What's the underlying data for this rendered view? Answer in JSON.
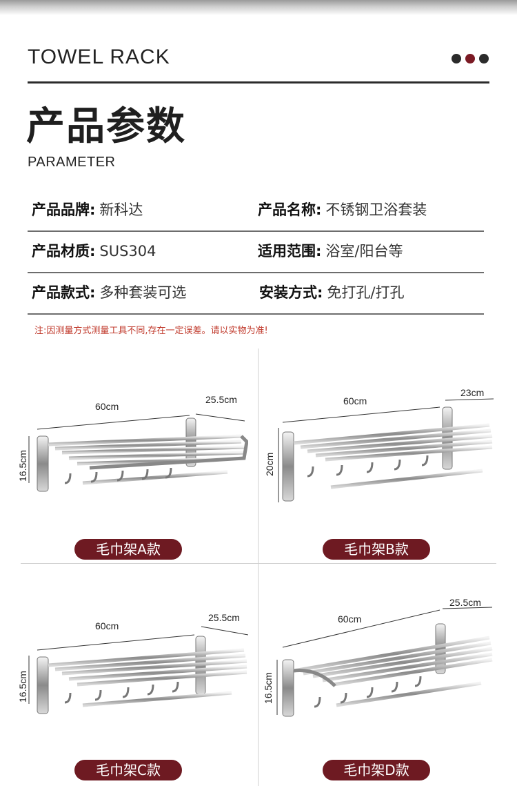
{
  "header": {
    "title": "TOWEL RACK",
    "dot_colors": [
      "#2b2b2b",
      "#7b1a24",
      "#2b2b2b"
    ]
  },
  "section": {
    "title": "产品参数",
    "subtitle": "PARAMETER"
  },
  "params": [
    {
      "left": {
        "label": "产品品牌:",
        "value": "新科达"
      },
      "right": {
        "label": "产品名称:",
        "value": "不锈钢卫浴套装"
      }
    },
    {
      "left": {
        "label": "产品材质:",
        "value": "SUS304"
      },
      "right": {
        "label": "适用范围:",
        "value": "浴室/阳台等"
      }
    },
    {
      "left": {
        "label": "产品款式:",
        "value": "多种套装可选"
      },
      "right": {
        "label": "安装方式:",
        "value": "免打孔/打孔"
      }
    }
  ],
  "note": "注:因测量方式测量工具不同,存在一定误差。请以实物为准!",
  "accent_color": "#6e1a22",
  "products": [
    {
      "name": "毛巾架A款",
      "width": "60cm",
      "depth": "25.5cm",
      "height": "16.5cm"
    },
    {
      "name": "毛巾架B款",
      "width": "60cm",
      "depth": "23cm",
      "height": "20cm"
    },
    {
      "name": "毛巾架C款",
      "width": "60cm",
      "depth": "25.5cm",
      "height": "16.5cm"
    },
    {
      "name": "毛巾架D款",
      "width": "60cm",
      "depth": "25.5cm",
      "height": "16.5cm"
    }
  ]
}
